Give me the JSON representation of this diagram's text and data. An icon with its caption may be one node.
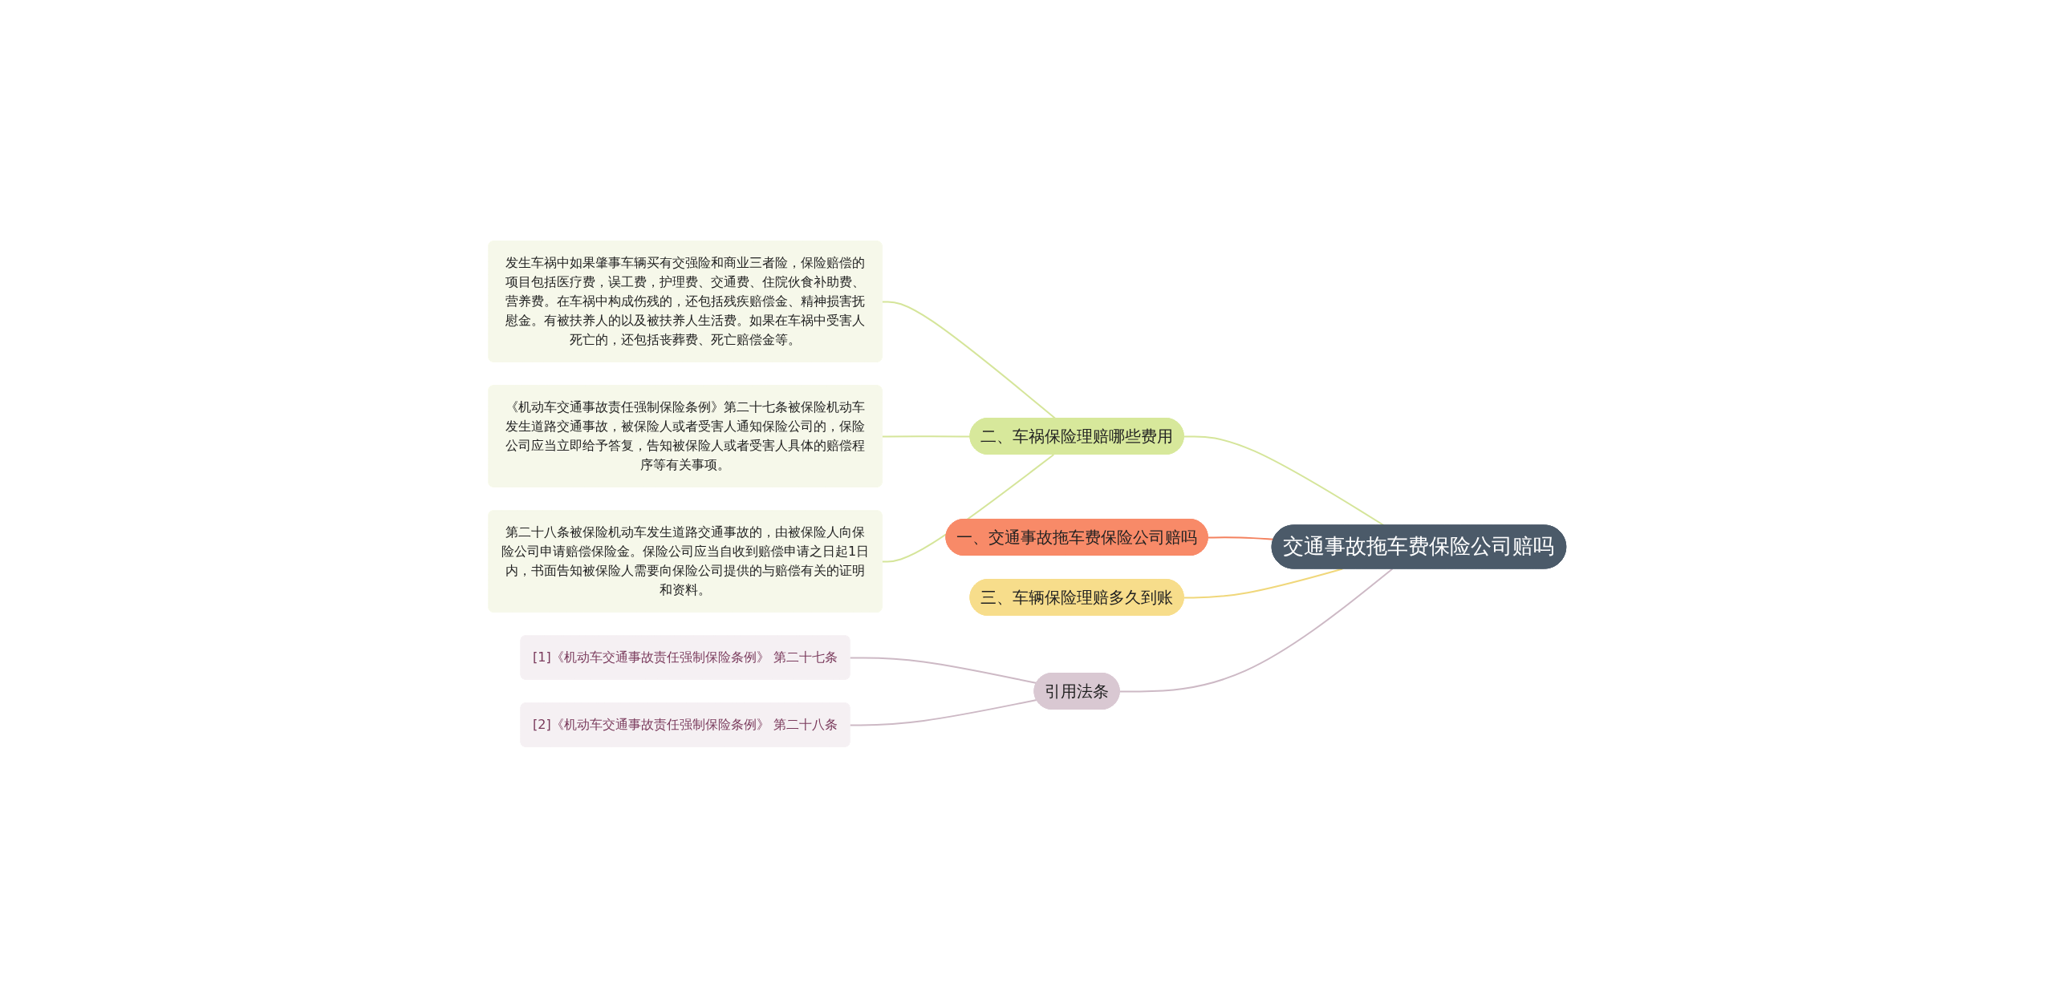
{
  "diagram": {
    "nodes": [
      {
        "text": [
          "交通事故拖车费保险公司赔吗"
        ]
      },
      {
        "text": [
          "一、交通事故拖车费保险公司赔吗"
        ]
      },
      {
        "text": [
          "二、车祸保险理赔哪些费用"
        ]
      },
      {
        "text": [
          "发生车祸中如果肇事车辆买有交强险和商业三者险，保险赔偿的项目包括医疗费，误工费，护理费、交通费、住院伙食补助费、营养费。在车祸中构成伤残的，还包括残疾赔偿金、精神损害抚慰金。有被扶养人的以及被扶养人生活费。如果在车祸中受害人死亡的，还包括丧葬费、死亡赔偿金等。"
        ]
      },
      {
        "text": [
          "《机动车交通事故责任强制保险条例》第二十七条被保险机动车发生道路交通事故，被保险人或者受害人通知保险公司的，保险公司应当立即给予答复，告知被保险人或者受害人具体的赔偿程序等有关事项。"
        ]
      },
      {
        "text": [
          "第二十八条被保险机动车发生道路交通事故的，由被保险人向保险公司申请赔偿保险金。保险公司应当自收到赔偿申请之日起1日内，书面告知被保险人需要向保险公司提供的与赔偿有关的证明和资料。"
        ]
      },
      {
        "text": [
          "三、车辆保险理赔多久到账"
        ]
      },
      {
        "text": [
          "引用法条"
        ]
      },
      {
        "text": [
          "[1]《机动车交通事故责任强制保险条例》 第二十七条"
        ]
      },
      {
        "text": [
          "[2]《机动车交通事故责任强制保险条例》 第二十八条"
        ]
      }
    ],
    "edges": [
      {
        "from": 0,
        "to": 2,
        "arrow": "none",
        "color": "#d5e59a"
      },
      {
        "from": 2,
        "to": 3,
        "arrow": "none",
        "color": "#d5e59a"
      },
      {
        "from": 2,
        "to": 4,
        "arrow": "none",
        "color": "#d5e59a"
      },
      {
        "from": 2,
        "to": 5,
        "arrow": "none",
        "color": "#d5e59a"
      },
      {
        "from": 0,
        "to": 1,
        "arrow": "none",
        "color": "#f4825f"
      },
      {
        "from": 0,
        "to": 6,
        "arrow": "none",
        "color": "#f0d77a"
      },
      {
        "from": 0,
        "to": 7,
        "arrow": "none",
        "color": "#cdb9c5"
      },
      {
        "from": 7,
        "to": 8,
        "arrow": "none",
        "color": "#cdb9c5"
      },
      {
        "from": 7,
        "to": 9,
        "arrow": "none",
        "color": "#cdb9c5"
      }
    ]
  }
}
